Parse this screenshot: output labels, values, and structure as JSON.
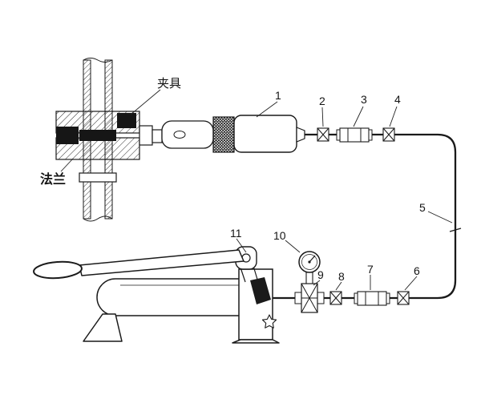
{
  "figure": {
    "background": "#ffffff",
    "line_color": "#1a1a1a",
    "labels": {
      "clamp": "夹具",
      "flange": "法兰"
    },
    "callouts": [
      "1",
      "2",
      "3",
      "4",
      "5",
      "6",
      "7",
      "8",
      "9",
      "10",
      "11"
    ]
  }
}
